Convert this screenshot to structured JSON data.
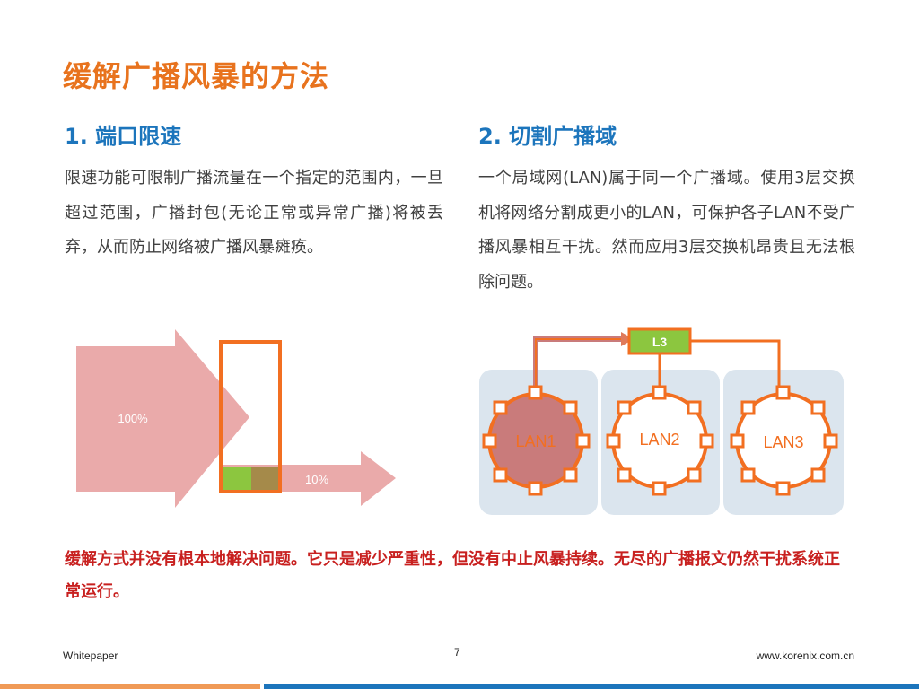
{
  "page": {
    "title": "缓解广播风暴的方法"
  },
  "section1": {
    "heading": "1. 端口限速",
    "body": "限速功能可限制广播流量在一个指定的范围内，一旦超过范围，广播封包(无论正常或异常广播)将被丢弃，从而防止网络被广播风暴瘫痪。"
  },
  "section2": {
    "heading": "2. 切割广播域",
    "body": "一个局域网(LAN)属于同一个广播域。使用3层交换机将网络分割成更小的LAN，可保护各子LAN不受广播风暴相互干扰。然而应用3层交换机昂贵且无法根除问题。"
  },
  "rate_diagram": {
    "in_label": "100%",
    "out_label": "10%",
    "colors": {
      "arrow": "#e8a1a1",
      "gate": "#f26f21",
      "pass": "#8cc63f"
    }
  },
  "lan_diagram": {
    "router_label": "L3",
    "lans": [
      {
        "label": "LAN1",
        "affected": true
      },
      {
        "label": "LAN2",
        "affected": false
      },
      {
        "label": "LAN3",
        "affected": false
      }
    ],
    "colors": {
      "ring": "#f26f21",
      "panel": "#dbe5ee",
      "router": "#8cc63f",
      "storm": "#c97b7b"
    }
  },
  "warning": {
    "text": "缓解方式并没有根本地解决问题。它只是减少严重性，但没有中止风暴持续。无尽的广播报文仍然干扰系统正常运行。"
  },
  "footer": {
    "left": "Whitepaper",
    "page_number": "7",
    "right": "www.korenix.com.cn"
  }
}
